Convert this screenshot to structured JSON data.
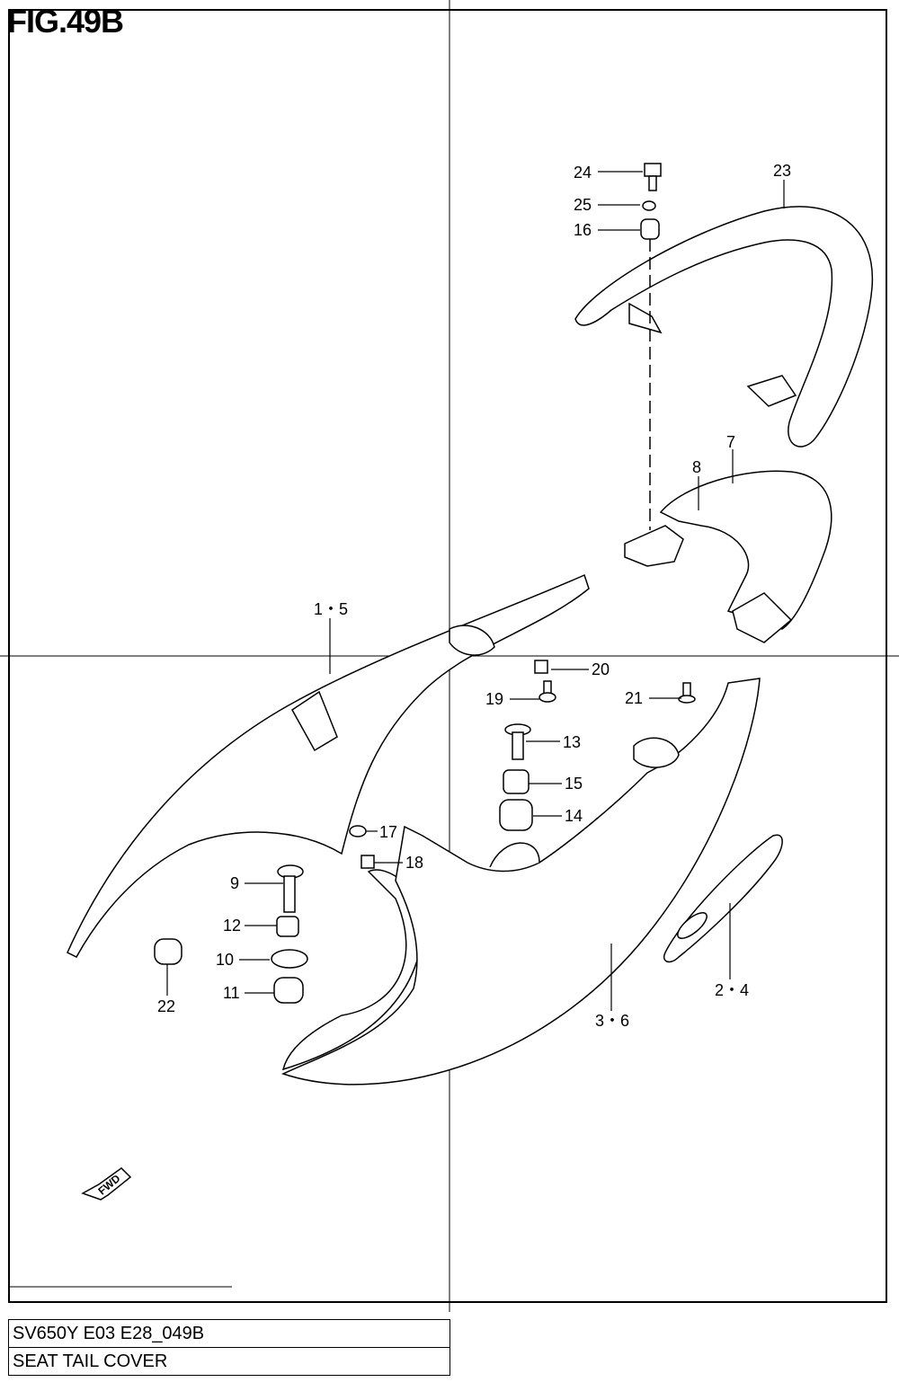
{
  "figure": {
    "title": "FIG.49B"
  },
  "callouts": {
    "c1_5": "1・5",
    "c2_4": "2・4",
    "c3_6": "3・6",
    "c7": "7",
    "c8": "8",
    "c9": "9",
    "c10": "10",
    "c11": "11",
    "c12": "12",
    "c13": "13",
    "c14": "14",
    "c15": "15",
    "c16": "16",
    "c17": "17",
    "c18": "18",
    "c19": "19",
    "c20": "20",
    "c21": "21",
    "c22": "22",
    "c23": "23",
    "c24": "24",
    "c25": "25"
  },
  "fwd_badge": "FWD",
  "info": {
    "model_code": "SV650Y E03 E28_049B",
    "part_name": "SEAT TAIL COVER"
  }
}
